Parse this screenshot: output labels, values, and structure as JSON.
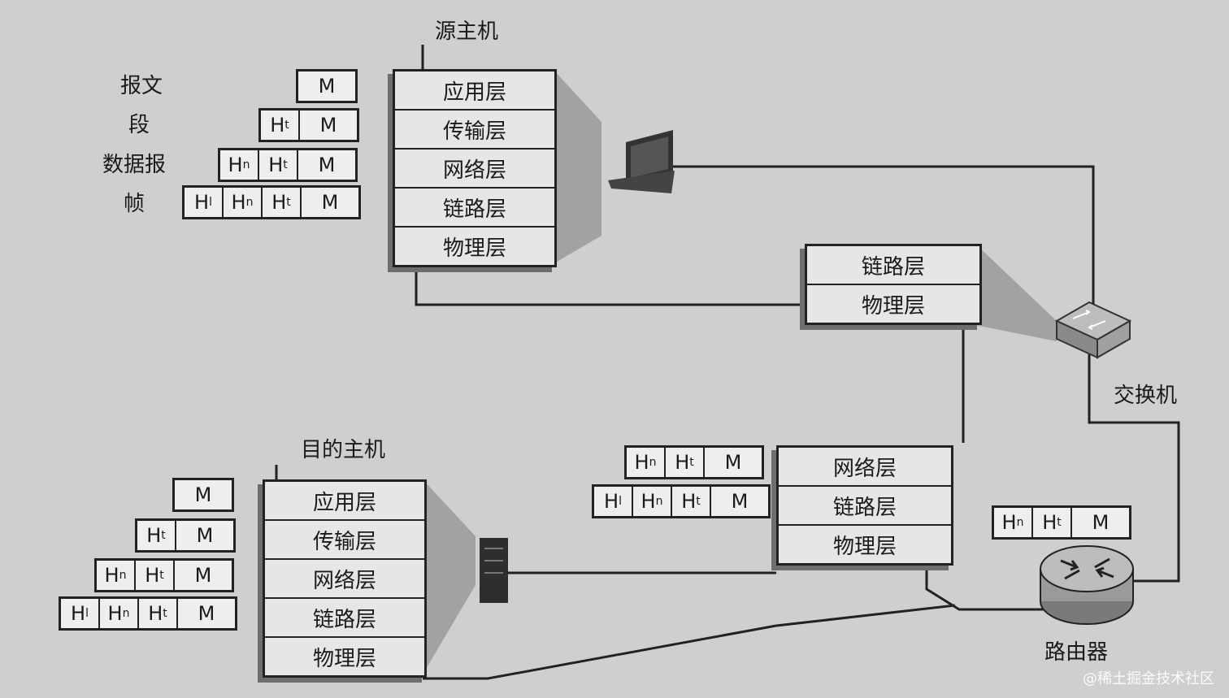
{
  "source_host": {
    "title": "源主机",
    "layers": [
      "应用层",
      "传输层",
      "网络层",
      "链路层",
      "物理层"
    ]
  },
  "dest_host": {
    "title": "目的主机",
    "layers": [
      "应用层",
      "传输层",
      "网络层",
      "链路层",
      "物理层"
    ]
  },
  "switch": {
    "title": "交换机",
    "layers": [
      "链路层",
      "物理层"
    ]
  },
  "router": {
    "title": "路由器",
    "layers": [
      "网络层",
      "链路层",
      "物理层"
    ]
  },
  "pdu_names": [
    "报文",
    "段",
    "数据报",
    "帧"
  ],
  "header_labels": {
    "m": "M",
    "transport": {
      "base": "H",
      "sub": "t"
    },
    "network": {
      "base": "H",
      "sub": "n"
    },
    "link": {
      "base": "H",
      "sub": "l"
    }
  },
  "watermark": "@稀土掘金技术社区",
  "colors": {
    "line": "#222222",
    "shadow": "#6e6e6e",
    "box": "#e6e6e6"
  },
  "icons": [
    "computer-icon",
    "server-icon",
    "switch-icon",
    "router-icon"
  ]
}
